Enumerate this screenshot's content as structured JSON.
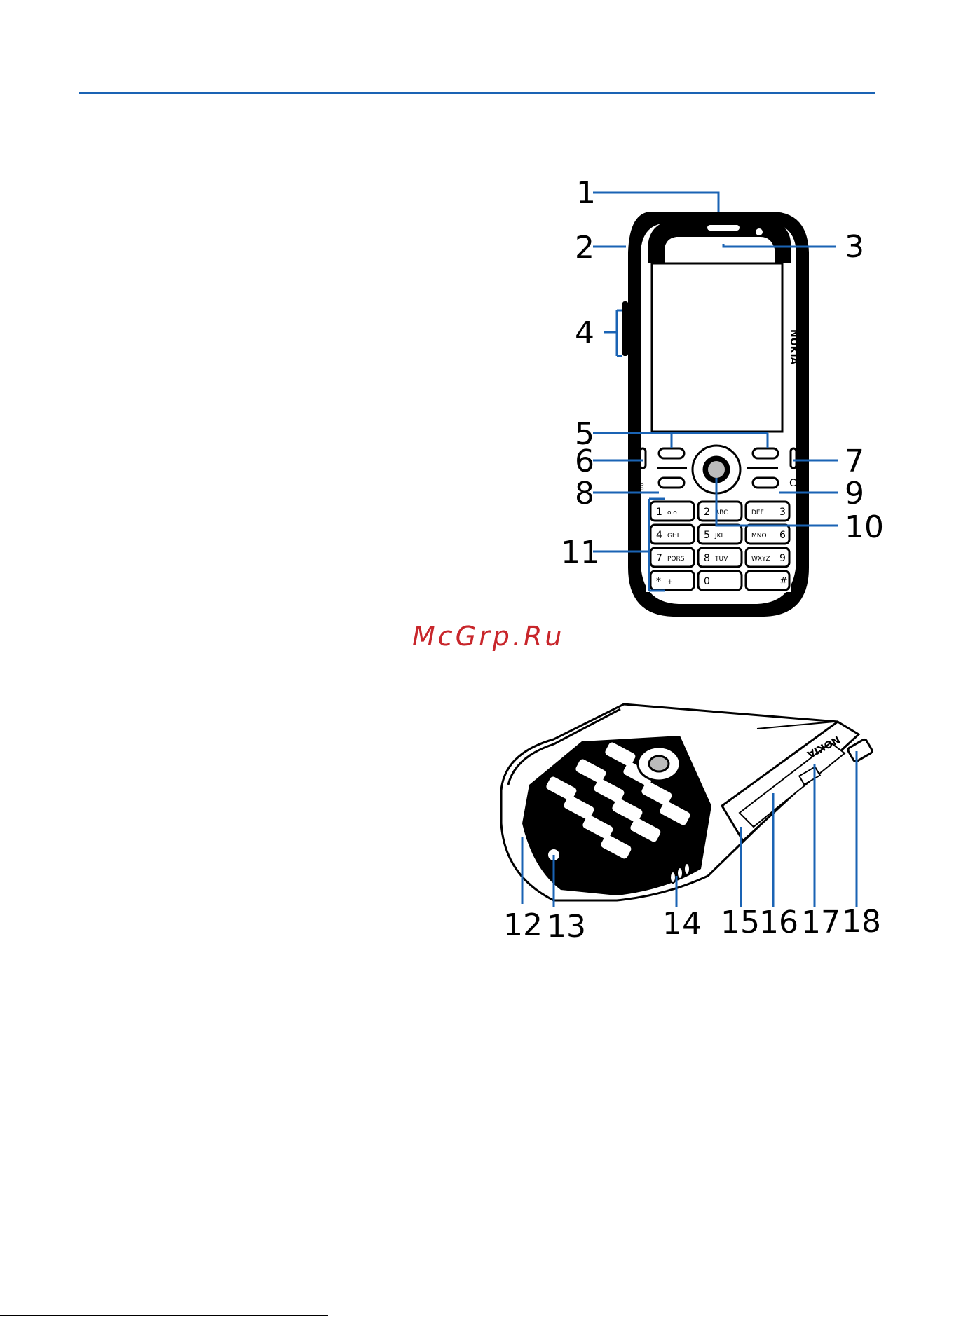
{
  "watermark": "McGrp.Ru",
  "front_view": {
    "callouts": [
      "1",
      "2",
      "3",
      "4",
      "5",
      "6",
      "7",
      "8",
      "9",
      "10",
      "11"
    ],
    "brand": "NOKIA",
    "keypad": [
      {
        "digit": "1",
        "letters": "o.o"
      },
      {
        "digit": "2",
        "letters": "ABC"
      },
      {
        "digit": "3",
        "letters": "DEF"
      },
      {
        "digit": "4",
        "letters": "GHI"
      },
      {
        "digit": "5",
        "letters": "JKL"
      },
      {
        "digit": "6",
        "letters": "MNO"
      },
      {
        "digit": "7",
        "letters": "PQRS"
      },
      {
        "digit": "8",
        "letters": "TUV"
      },
      {
        "digit": "9",
        "letters": "WXYZ"
      },
      {
        "digit": "*",
        "letters": "+"
      },
      {
        "digit": "0",
        "letters": ""
      },
      {
        "digit": "#",
        "letters": ""
      }
    ],
    "clear_key": "C"
  },
  "bottom_view": {
    "callouts": [
      "12",
      "13",
      "14",
      "15",
      "16",
      "17",
      "18"
    ],
    "brand": "NOKIA"
  },
  "colors": {
    "accent": "#1a63b4",
    "watermark": "#c8262b"
  }
}
